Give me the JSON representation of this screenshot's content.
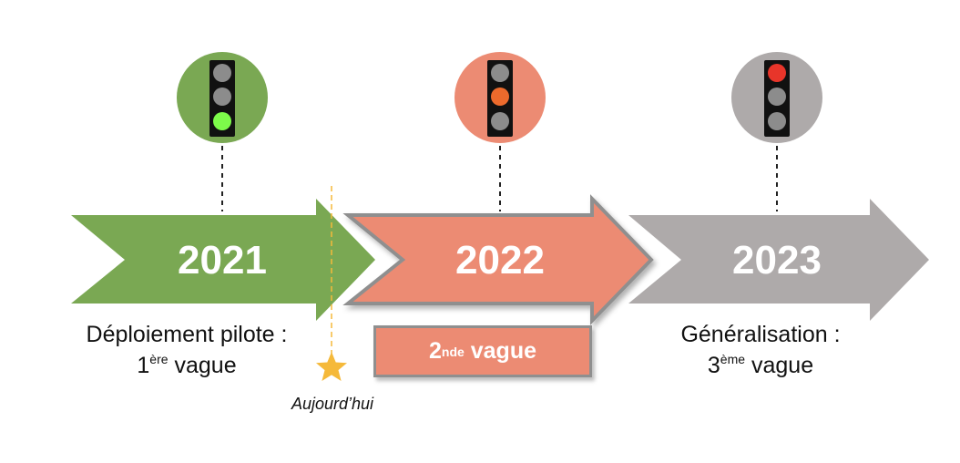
{
  "phases": [
    {
      "year": "2021",
      "light": "green",
      "circle_color": "#7aa853",
      "arrow_color": "#7aa853",
      "caption_line1": "Déploiement pilote :",
      "caption_num": "1",
      "caption_sup": "ère",
      "caption_word": " vague"
    },
    {
      "year": "2022",
      "light": "orange",
      "circle_color": "#ec8b73",
      "arrow_color": "#ec8b73",
      "box_num": "2",
      "box_sup": "nde",
      "box_word": " vague"
    },
    {
      "year": "2023",
      "light": "red",
      "circle_color": "#aeaaaa",
      "arrow_color": "#aeaaaa",
      "caption_line1": "Généralisation :",
      "caption_num": "3",
      "caption_sup": "ème",
      "caption_word": " vague"
    }
  ],
  "today": {
    "label": "Aujourd’hui",
    "star_color": "#f5b93a",
    "line_color": "#f5b93a"
  },
  "traffic_light_colors": {
    "off": "#8c8c8c",
    "green": "#7dfb4a",
    "orange": "#ec6a2c",
    "red": "#e8352a",
    "body": "#111111"
  }
}
